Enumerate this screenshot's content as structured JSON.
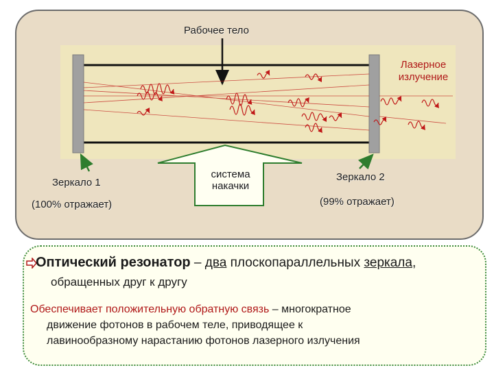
{
  "diagram": {
    "working_body_label": "Рабочее тело",
    "laser_output_label_line1": "Лазерное",
    "laser_output_label_line2": "излучение",
    "mirror1_label": "Зеркало 1",
    "mirror1_reflect": "(100% отражает)",
    "pump_label_line1": "система",
    "pump_label_line2": "накачки",
    "mirror2_label": "Зеркало 2",
    "mirror2_reflect": "(99% отражает)",
    "colors": {
      "panel": "#e9dcc6",
      "inner": "#efe6bd",
      "mirror": "#a0a0a0",
      "wave": "#c01818",
      "pointer": "#2e7d2e"
    }
  },
  "text": {
    "resonator_term": "Оптический резонатор",
    "dash1": " – ",
    "two": "два",
    "mid": " плоскопараллельных ",
    "mirrors": "зеркала",
    "comma": ",",
    "line2": "обращенных друг к другу",
    "feedback_highlight": "Обеспечивает положительную обратную связь",
    "feedback_dash": " – многократное",
    "feedback_line2": "движение фотонов в рабочем теле, приводящее к",
    "feedback_line3": "лавинообразному нарастанию фотонов лазерного излучения"
  },
  "icons": {
    "bullet": "pencil-arrow-icon"
  }
}
